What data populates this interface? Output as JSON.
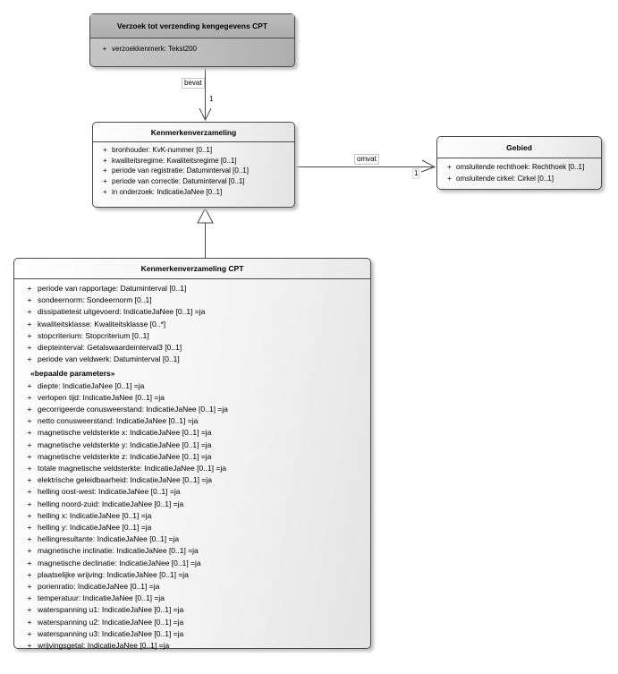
{
  "classes": {
    "verzoek": {
      "title": "Verzoek tot verzending kengegevens CPT",
      "attributes": [
        {
          "vis": "+",
          "text": "verzoekkenmerk: Tekst200"
        }
      ]
    },
    "kenmerkenverzameling": {
      "title": "Kenmerkenverzameling",
      "attributes": [
        {
          "vis": "+",
          "text": "bronhouder: KvK-nummer [0..1]"
        },
        {
          "vis": "+",
          "text": "kwaliteitsregime: Kwaliteitsregime [0..1]"
        },
        {
          "vis": "+",
          "text": "periode van registratie: Datuminterval [0..1]"
        },
        {
          "vis": "+",
          "text": "periode van correctie: Datuminterval [0..1]"
        },
        {
          "vis": "+",
          "text": "in onderzoek: IndicatieJaNee [0..1]"
        }
      ]
    },
    "gebied": {
      "title": "Gebied",
      "attributes": [
        {
          "vis": "+",
          "text": "omsluitende rechthoek: Rechthoek [0..1]"
        },
        {
          "vis": "+",
          "text": "omsluitende cirkel: Cirkel [0..1]"
        }
      ]
    },
    "cpt": {
      "title": "Kenmerkenverzameling CPT",
      "attributes": [
        {
          "vis": "+",
          "text": "periode van rapportage: Datuminterval [0..1]"
        },
        {
          "vis": "+",
          "text": "sondeernorm: Sondeernorm [0..1]"
        },
        {
          "vis": "+",
          "text": "dissipatietest uitgevoerd: IndicatieJaNee [0..1] =ja"
        },
        {
          "vis": "+",
          "text": "kwaliteitsklasse: Kwaliteitsklasse [0..*]"
        },
        {
          "vis": "+",
          "text": "stopcriterium: Stopcriterium [0..1]"
        },
        {
          "vis": "+",
          "text": "diepteinterval: Getalswaardeinterval3 [0..1]"
        },
        {
          "vis": "+",
          "text": "periode van veldwerk: Datuminterval [0..1]"
        },
        {
          "stereotype": "«bepaalde parameters»"
        },
        {
          "vis": "+",
          "text": "diepte: IndicatieJaNee [0..1] =ja"
        },
        {
          "vis": "+",
          "text": "verlopen tijd: IndicatieJaNee [0..1] =ja"
        },
        {
          "vis": "+",
          "text": "gecorrigeerde conusweerstand: IndicatieJaNee [0..1] =ja"
        },
        {
          "vis": "+",
          "text": "netto conusweerstand: IndicatieJaNee [0..1] =ja"
        },
        {
          "vis": "+",
          "text": "magnetische veldsterkte x: IndicatieJaNee [0..1] =ja"
        },
        {
          "vis": "+",
          "text": "magnetische veldsterkte y: IndicatieJaNee [0..1] =ja"
        },
        {
          "vis": "+",
          "text": "magnetische veldsterkte z: IndicatieJaNee [0..1] =ja"
        },
        {
          "vis": "+",
          "text": "totale magnetische veldsterkte: IndicatieJaNee [0..1] =ja"
        },
        {
          "vis": "+",
          "text": "elektrische geleidbaarheid: IndicatieJaNee [0..1] =ja"
        },
        {
          "vis": "+",
          "text": "helling oost-west: IndicatieJaNee [0..1] =ja"
        },
        {
          "vis": "+",
          "text": "helling noord-zuid: IndicatieJaNee [0..1] =ja"
        },
        {
          "vis": "+",
          "text": "helling x: IndicatieJaNee [0..1] =ja"
        },
        {
          "vis": "+",
          "text": "helling y: IndicatieJaNee [0..1] =ja"
        },
        {
          "vis": "+",
          "text": "hellingresultante: IndicatieJaNee [0..1] =ja"
        },
        {
          "vis": "+",
          "text": "magnetische inclinatie: IndicatieJaNee [0..1] =ja"
        },
        {
          "vis": "+",
          "text": "magnetische declinatie: IndicatieJaNee [0..1] =ja"
        },
        {
          "vis": "+",
          "text": "plaatselijke wrijving: IndicatieJaNee [0..1] =ja"
        },
        {
          "vis": "+",
          "text": "porienratio: IndicatieJaNee [0..1] =ja"
        },
        {
          "vis": "+",
          "text": "temperatuur: IndicatieJaNee [0..1] =ja"
        },
        {
          "vis": "+",
          "text": "waterspanning u1: IndicatieJaNee [0..1] =ja"
        },
        {
          "vis": "+",
          "text": "waterspanning u2: IndicatieJaNee [0..1] =ja"
        },
        {
          "vis": "+",
          "text": "waterspanning u3: IndicatieJaNee [0..1] =ja"
        },
        {
          "vis": "+",
          "text": "wrijvingsgetal: IndicatieJaNee [0..1] =ja"
        }
      ]
    }
  },
  "relations": {
    "bevat": {
      "label": "bevat",
      "target_multiplicity": "1"
    },
    "omvat": {
      "label": "omvat",
      "target_multiplicity": "1"
    }
  },
  "colors": {
    "box_border": "#4a4a4a",
    "gray_header_fill": "#b5b5b5",
    "light_fill": "#f2f2f2",
    "shadow": "#c2c2c2"
  }
}
